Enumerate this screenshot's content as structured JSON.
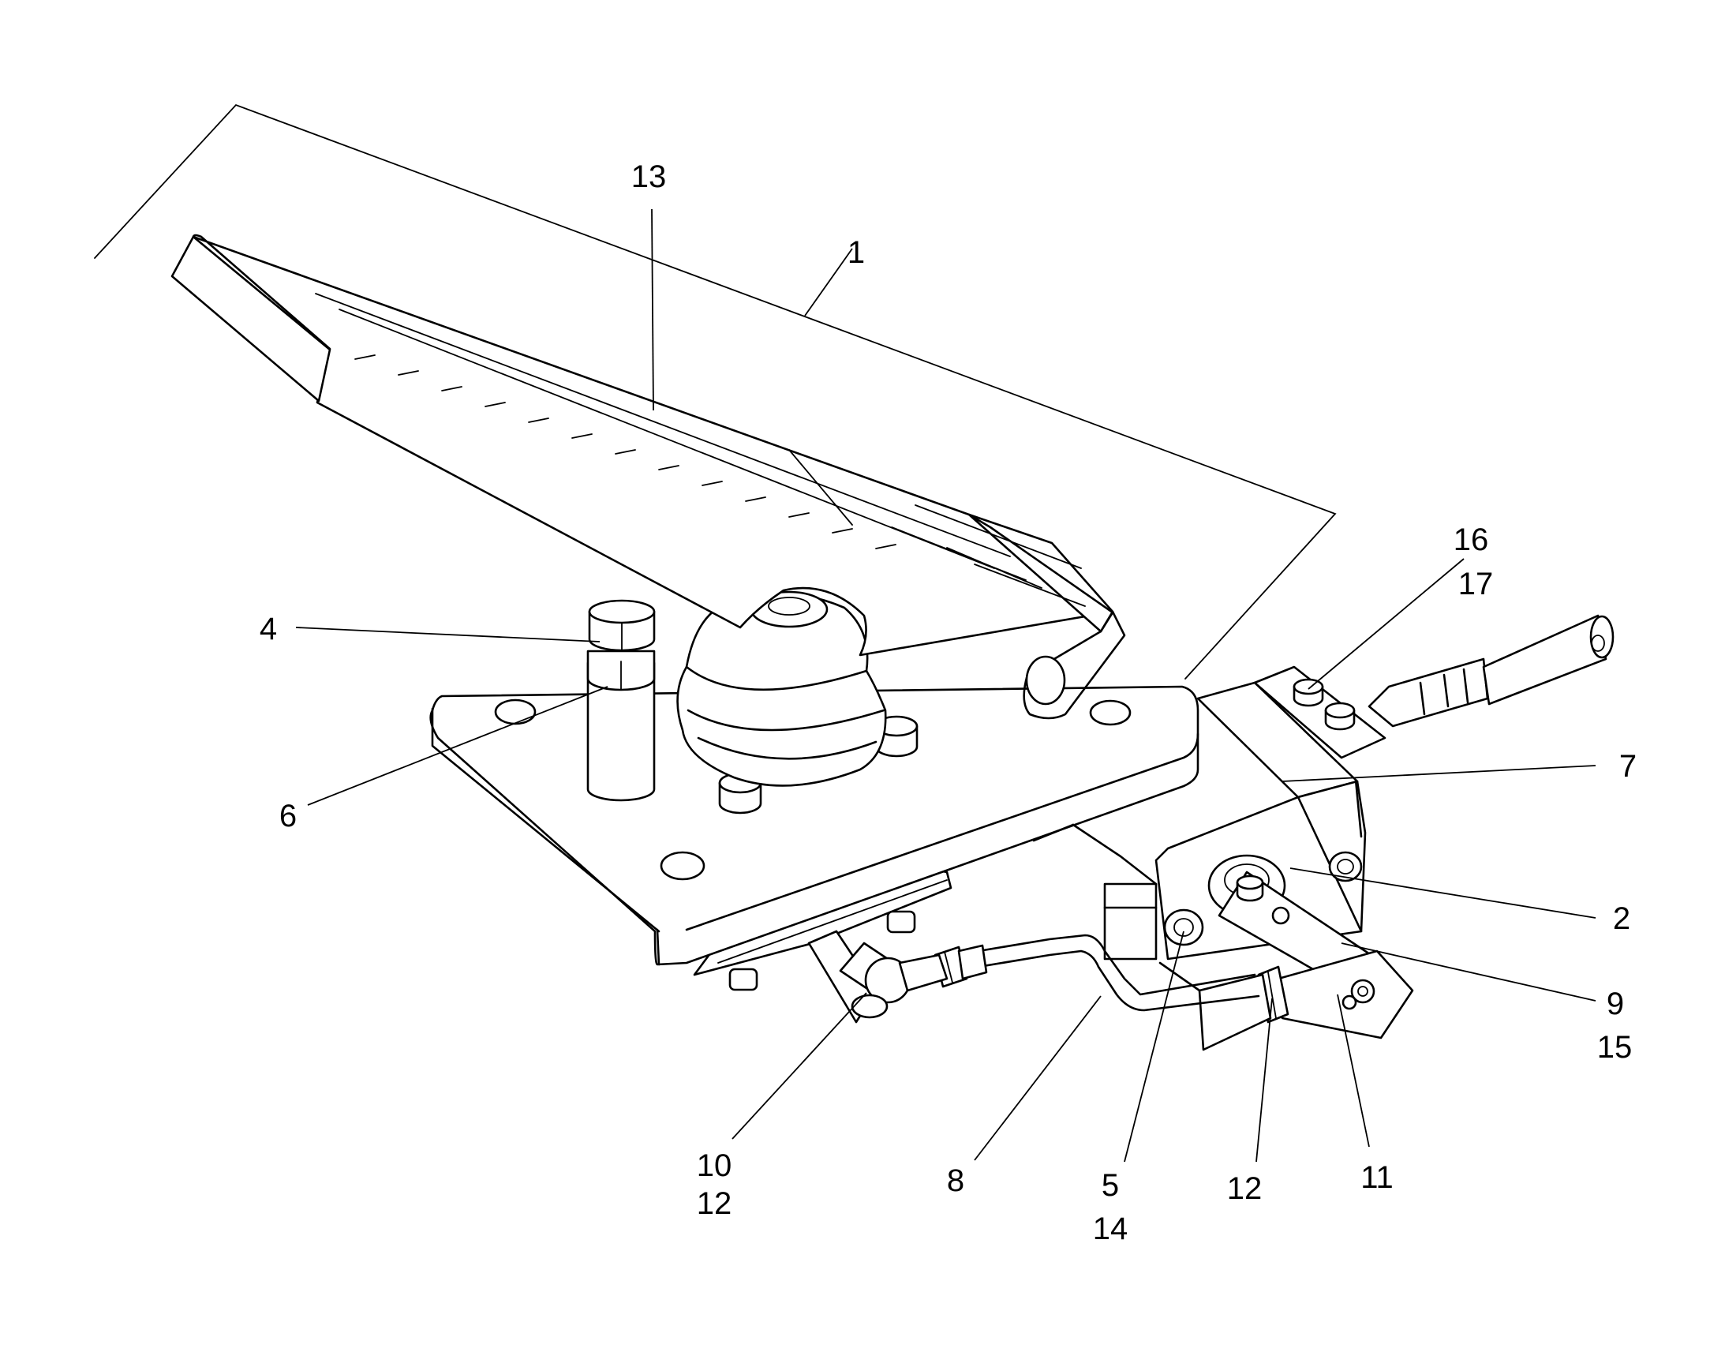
{
  "callouts": {
    "c1": "1",
    "c2": "2",
    "c4": "4",
    "c5": "5",
    "c6": "6",
    "c7": "7",
    "c8": "8",
    "c9": "9",
    "c10": "10",
    "c11": "11",
    "c12a": "12",
    "c12b": "12",
    "c13": "13",
    "c14": "14",
    "c15": "15",
    "c16": "16",
    "c17": "17"
  }
}
